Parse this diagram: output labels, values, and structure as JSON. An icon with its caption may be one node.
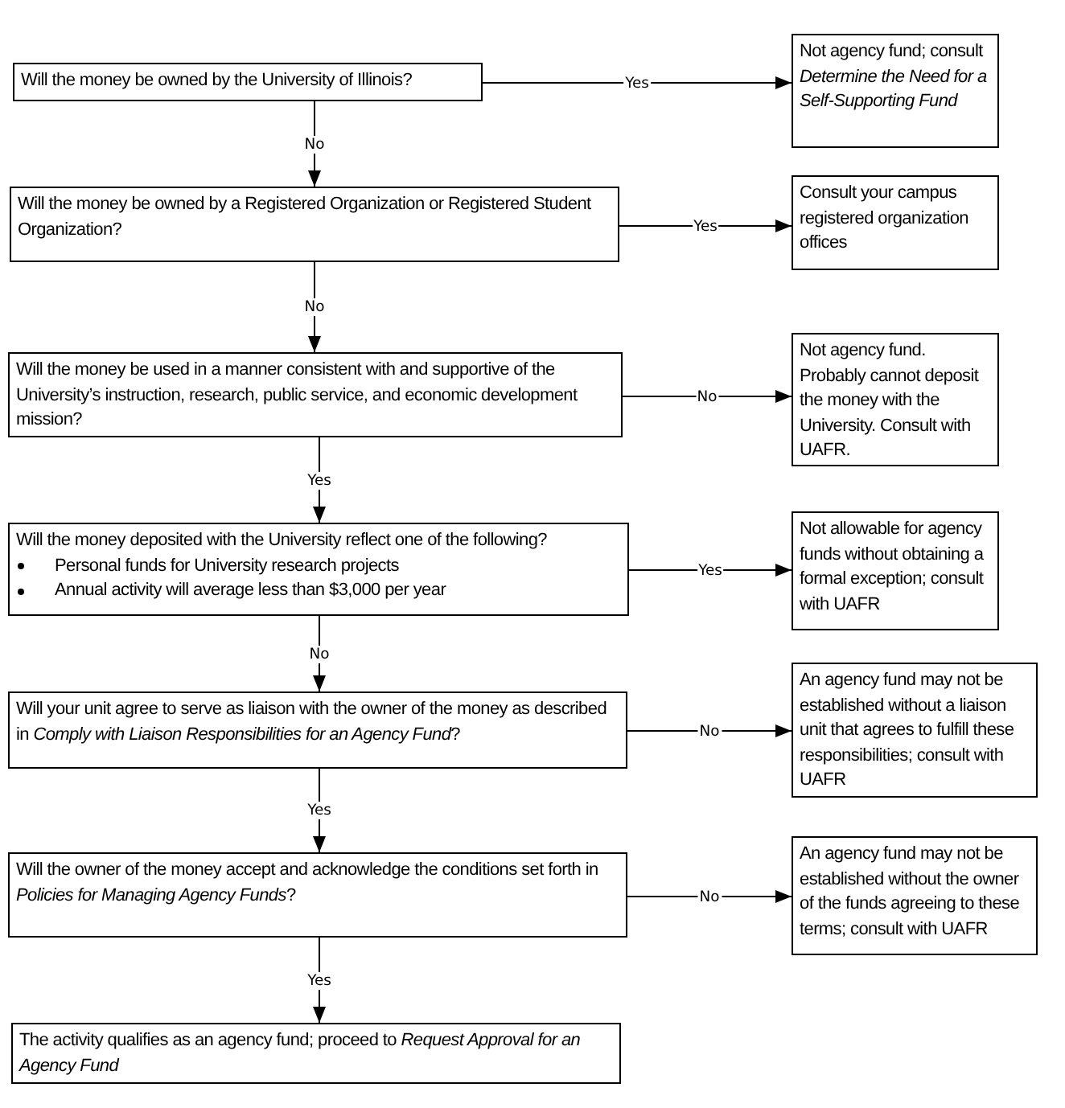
{
  "diagram": {
    "nodes": [
      {
        "text": [
          "Will the money be owned by the University of Illinois?"
        ]
      },
      {
        "text": [
          "Not agency fund; consult *Determine the Need for a Self-Supporting Fund*"
        ]
      },
      {
        "text": [
          "Will the money be owned by a Registered Organization or Registered Student Organization?"
        ]
      },
      {
        "text": [
          "Consult your campus registered organization offices"
        ]
      },
      {
        "text": [
          "Will the money be used in a manner consistent with and supportive of the University’s instruction, research, public service, and economic development mission?"
        ]
      },
      {
        "text": [
          "Not agency fund. Probably cannot deposit the money with the University. Consult with UAFR."
        ]
      },
      {
        "text": [
          "Will the money deposited with the University reflect one of the following?",
          "Personal funds for University research projects",
          "Annual activity will average less than $3,000 per year"
        ]
      },
      {
        "text": [
          "Not allowable for agency funds without obtaining a formal exception; consult with UAFR"
        ]
      },
      {
        "text": [
          "Will your unit agree to serve as liaison with the owner of the money as described in *Comply with Liaison Responsibilities for an Agency Fund*?"
        ]
      },
      {
        "text": [
          "An agency fund may not be established without a liaison unit that agrees to fulfill these responsibilities; consult with UAFR"
        ]
      },
      {
        "text": [
          "Will the owner of the money accept and acknowledge the conditions set forth in *Policies for Managing Agency Funds*?"
        ]
      },
      {
        "text": [
          "An agency fund may not be established without the owner of the funds agreeing to these terms; consult with UAFR"
        ]
      },
      {
        "text": [
          "The activity qualifies as an agency fund; proceed to *Request Approval for an Agency Fund*"
        ]
      }
    ],
    "edges": [
      {
        "from": 0,
        "to": 1,
        "arrow": "to",
        "label": "Yes"
      },
      {
        "from": 0,
        "to": 2,
        "arrow": "to",
        "label": "No"
      },
      {
        "from": 2,
        "to": 3,
        "arrow": "to",
        "label": "Yes"
      },
      {
        "from": 2,
        "to": 4,
        "arrow": "to",
        "label": "No"
      },
      {
        "from": 4,
        "to": 5,
        "arrow": "to",
        "label": "No"
      },
      {
        "from": 4,
        "to": 6,
        "arrow": "to",
        "label": "Yes"
      },
      {
        "from": 6,
        "to": 7,
        "arrow": "to",
        "label": "Yes"
      },
      {
        "from": 6,
        "to": 8,
        "arrow": "to",
        "label": "No"
      },
      {
        "from": 8,
        "to": 9,
        "arrow": "to",
        "label": "No"
      },
      {
        "from": 8,
        "to": 10,
        "arrow": "to",
        "label": "Yes"
      },
      {
        "from": 10,
        "to": 11,
        "arrow": "to",
        "label": "No"
      },
      {
        "from": 10,
        "to": 12,
        "arrow": "to",
        "label": "Yes"
      }
    ]
  }
}
